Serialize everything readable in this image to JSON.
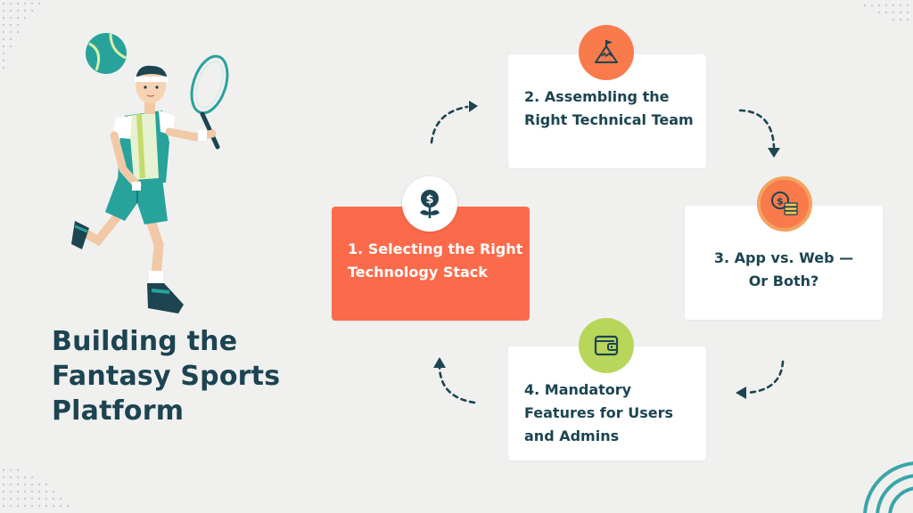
{
  "title_lines": [
    "Building the",
    "Fantasy Sports",
    "Platform"
  ],
  "colors": {
    "dark_teal": "#1c4451",
    "coral": "#fb6b4b",
    "card_white": "#ffffff",
    "background": "#f0f0ef",
    "badge_orange": "#f97a4a",
    "badge_lime": "#b8d65a",
    "accent_teal": "#3aa5a8"
  },
  "steps": [
    {
      "lines": [
        "1. Selecting the Right",
        "Technology Stack"
      ],
      "icon": "dollar-plant-icon",
      "active": true
    },
    {
      "lines": [
        "2. Assembling the",
        "Right Technical Team"
      ],
      "icon": "mountain-flag-icon",
      "active": false
    },
    {
      "lines": [
        "3. App vs. Web —",
        "Or Both?"
      ],
      "icon": "dollar-coins-icon",
      "active": false
    },
    {
      "lines": [
        "4. Mandatory",
        "Features for Users",
        "and Admins"
      ],
      "icon": "wallet-icon",
      "active": false
    }
  ],
  "illustration": [
    "tennis-player-illustration",
    "tennis-ball-icon"
  ]
}
